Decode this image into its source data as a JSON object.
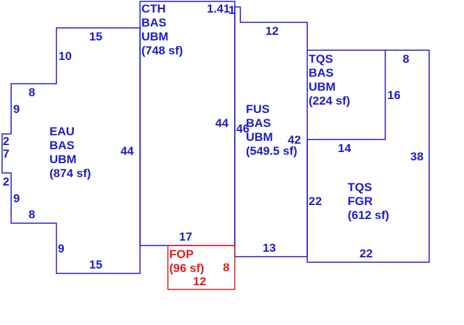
{
  "colors": {
    "main": "#1c1cc8",
    "accent": "#e01c1c",
    "background": "#ffffff"
  },
  "areas": {
    "eau": {
      "lines": [
        "EAU",
        "BAS",
        "UBM",
        "(874 sf)"
      ]
    },
    "cth": {
      "lines": [
        "CTH",
        "BAS",
        "UBM",
        "(748 sf)"
      ]
    },
    "fus": {
      "lines": [
        "FUS",
        "BAS",
        "UBM",
        "(549.5 sf)"
      ]
    },
    "tqs_bas": {
      "lines": [
        "TQS",
        "BAS",
        "UBM",
        "(224 sf)"
      ]
    },
    "tqs_fgr": {
      "lines": [
        "TQS",
        "FGR",
        "(612 sf)"
      ]
    },
    "fop": {
      "lines": [
        "FOP",
        "(96 sf)"
      ]
    }
  },
  "dimensions": {
    "eau_top": "15",
    "eau_step_upper": "10",
    "eau_step_mid": "8",
    "eau_left_upper": "9",
    "eau_left_2a": "2",
    "eau_left_7": "7",
    "eau_left_2b": "2",
    "eau_left_lower": "9",
    "eau_step_mid_low": "8",
    "eau_step_lower": "9",
    "eau_bottom": "15",
    "eau_right": "44",
    "cth_top": "1.41",
    "cth_corner": "1",
    "cth_right": "44",
    "cth_bottom": "17",
    "fus_top": "12",
    "fus_left": "46",
    "fus_right": "42",
    "fus_bottom": "13",
    "tqs_top": "8",
    "tqs_side": "16",
    "tqs_bottom": "14",
    "fgr_right": "38",
    "fgr_left": "22",
    "fgr_bottom": "22",
    "fop_right": "8",
    "fop_bottom": "12"
  }
}
